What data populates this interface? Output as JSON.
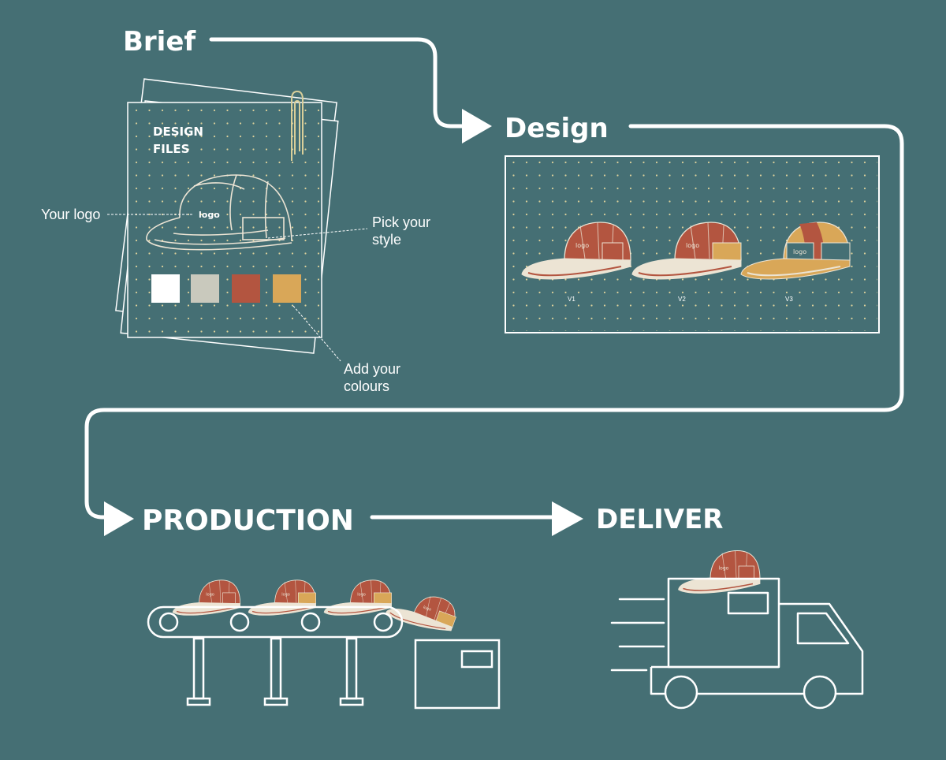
{
  "stages": {
    "brief": "Brief",
    "design": "Design",
    "production": "PRODUCTION",
    "deliver": "DELIVER"
  },
  "design_files": {
    "title_line1": "DESIGN",
    "title_line2": "FILES",
    "logo_text": "logo"
  },
  "annotations": {
    "your_logo": "Your logo",
    "pick_style_line1": "Pick your",
    "pick_style_line2": "style",
    "add_colours_line1": "Add your",
    "add_colours_line2": "colours"
  },
  "swatches": [
    "#ffffff",
    "#c9c9bd",
    "#b35540",
    "#d9a758"
  ],
  "variants": [
    "V1",
    "V2",
    "V3"
  ],
  "colors": {
    "background": "#456f74",
    "line": "#ffffff",
    "cap_red": "#b35540",
    "cap_sand": "#d9a758",
    "cap_cream": "#ece4d4"
  }
}
